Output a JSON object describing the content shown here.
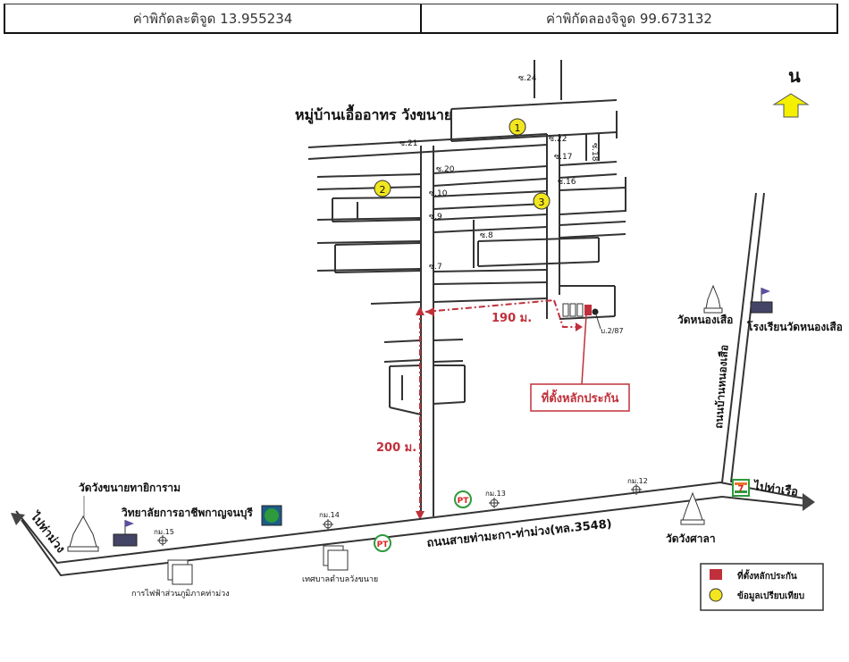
{
  "header": {
    "lat_label": "ค่าพิกัดละติจูด 13.955234",
    "lon_label": "ค่าพิกัดลองจิจูด 99.673132"
  },
  "map": {
    "north_label": "น",
    "village_title": "หมู่บ้านเอื้ออาทร วังขนาย",
    "soi_labels": {
      "s24": "ซ.24",
      "s21": "ซ.21",
      "s22": "ซ.22",
      "s18": "ซ.18",
      "s17": "ซ.17",
      "s20": "ซ.20",
      "s16": "ซ.16",
      "s10": "ซ.10",
      "s9": "ซ.9",
      "s8": "ซ.8",
      "s7": "ซ.7"
    },
    "markers": {
      "m1": "1",
      "m2": "2",
      "m3": "3"
    },
    "dist_190": "190 ม.",
    "dist_200": "200 ม.",
    "house_no": "บ.2/87",
    "collateral_label": "ที่ตั้งหลักประกัน",
    "temple_nong_suea": "วัดหนองเสือ",
    "school_nong_suea": "โรงเรียนวัดหนองเสือ",
    "road_nong_suea": "ถนนบ้านหนองเสือ",
    "main_road": "ถนนสายท่ามะกา-ท่าม่วง(ทล.3548)",
    "to_tha_rua": "ไปท่าเรือ",
    "to_tha_muang": "ไปท่าม่วง",
    "km12": "กม.12",
    "km13": "กม.13",
    "km14": "กม.14",
    "km15": "กม.15",
    "temple_wang_khanai": "วัดวังขนายทายิการาม",
    "college": "วิทยาลัยการอาชีพกาญจนบุรี",
    "pea_office": "การไฟฟ้าส่วนภูมิภาคท่าม่วง",
    "municipality": "เทศบาลตำบลวังขนาย",
    "temple_wang_sala": "วัดวังศาลา",
    "legend": {
      "collateral": "ที่ตั้งหลักประกัน",
      "comparison": "ข้อมูลเปรียบเทียบ"
    }
  },
  "colors": {
    "red": "#c0303a",
    "marker_yellow": "#f2e61e",
    "north_arrow": "#f4f000",
    "road": "#333333"
  }
}
